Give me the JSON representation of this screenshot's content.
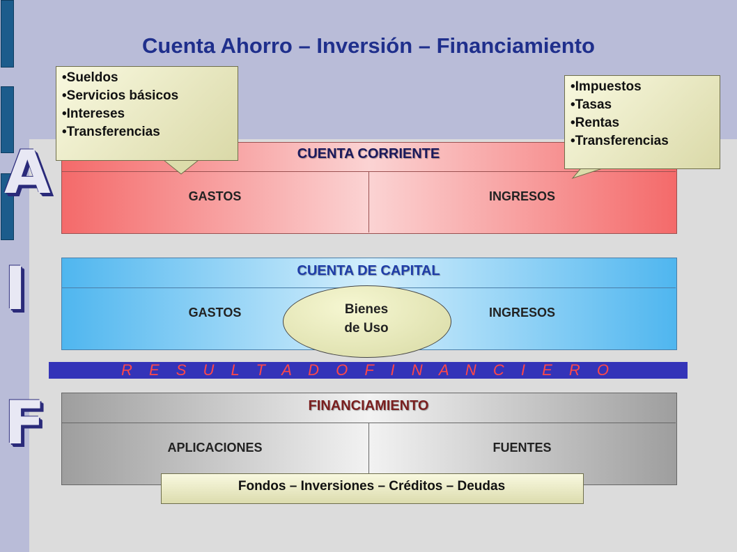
{
  "title": "Cuenta Ahorro – Inversión – Financiamiento",
  "side_letters": [
    "A",
    "I",
    "F"
  ],
  "cuenta_corriente": {
    "heading": "CUENTA CORRIENTE",
    "left": "GASTOS",
    "right": "INGRESOS",
    "gastos_callout": [
      "Sueldos",
      "Servicios básicos",
      "Intereses",
      "Transferencias"
    ],
    "ingresos_callout": [
      "Impuestos",
      "Tasas",
      "Rentas",
      "Transferencias"
    ]
  },
  "cuenta_capital": {
    "heading": "CUENTA DE CAPITAL",
    "left": "GASTOS",
    "right": "INGRESOS",
    "center_line1": "Bienes",
    "center_line2": "de Uso"
  },
  "resultado": "R E S U L T A D O   F I N A N C I E R O",
  "financiamiento": {
    "heading": "FINANCIAMIENTO",
    "left": "APLICACIONES",
    "right": "FUENTES",
    "bottom_note": "Fondos – Inversiones – Créditos – Deudas"
  },
  "colors": {
    "title": "#1f2f8c",
    "cc_heading": "#1a1a5c",
    "cap_heading": "#1f3da8",
    "fin_heading": "#7a1f1f",
    "resultado_text": "#ff4848",
    "resultado_bar": "#3434b8"
  }
}
